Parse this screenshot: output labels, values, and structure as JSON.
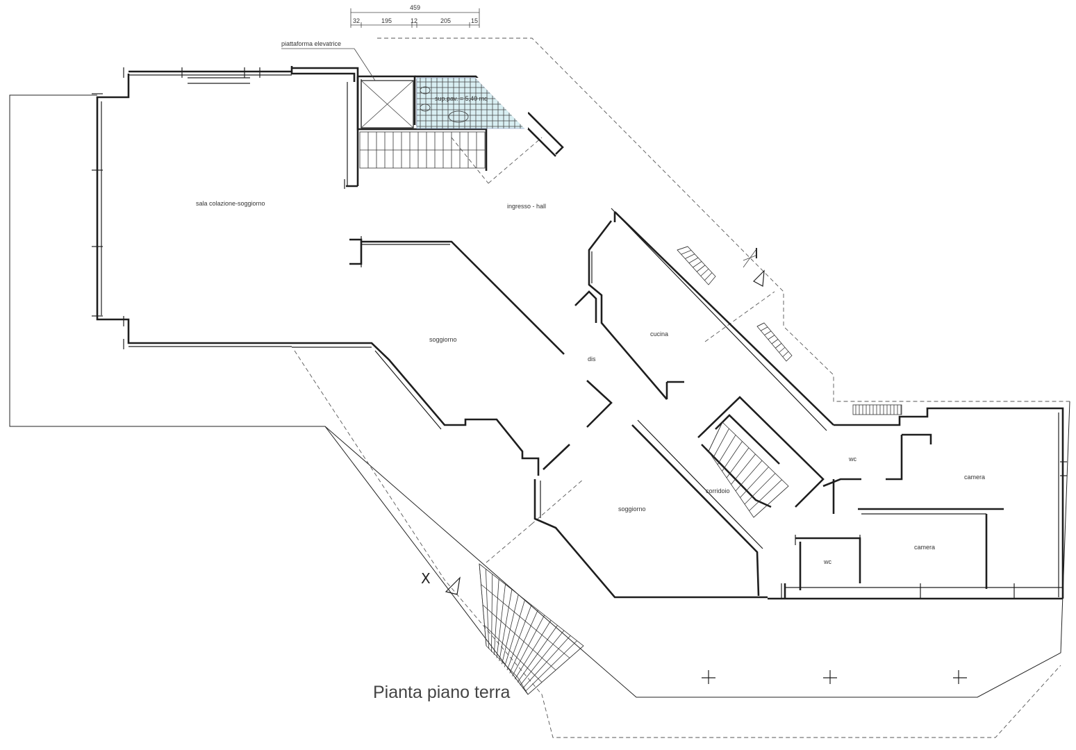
{
  "drawing": {
    "title": "Pianta piano terra",
    "dimensions": {
      "total": "459",
      "segments": [
        "32",
        "195",
        "12",
        "205",
        "15"
      ]
    },
    "callout": "piattaforma elevatrice",
    "area_note": "sup.pav. = 5,40 mq",
    "section_marks": [
      "I",
      "X"
    ],
    "rooms": {
      "sala": "sala colazione-soggiorno",
      "ingresso": "ingresso - hall",
      "soggiorno1": "soggiorno",
      "dis": "dis",
      "cucina": "cucina",
      "wc1": "wc",
      "camera1": "camera",
      "corridoio": "corridoio",
      "soggiorno2": "soggiorno",
      "camera2": "camera",
      "wc2": "wc"
    },
    "colors": {
      "wall": "#1e1e1e",
      "tile_fill": "#d8eef2",
      "text": "#333333"
    }
  }
}
